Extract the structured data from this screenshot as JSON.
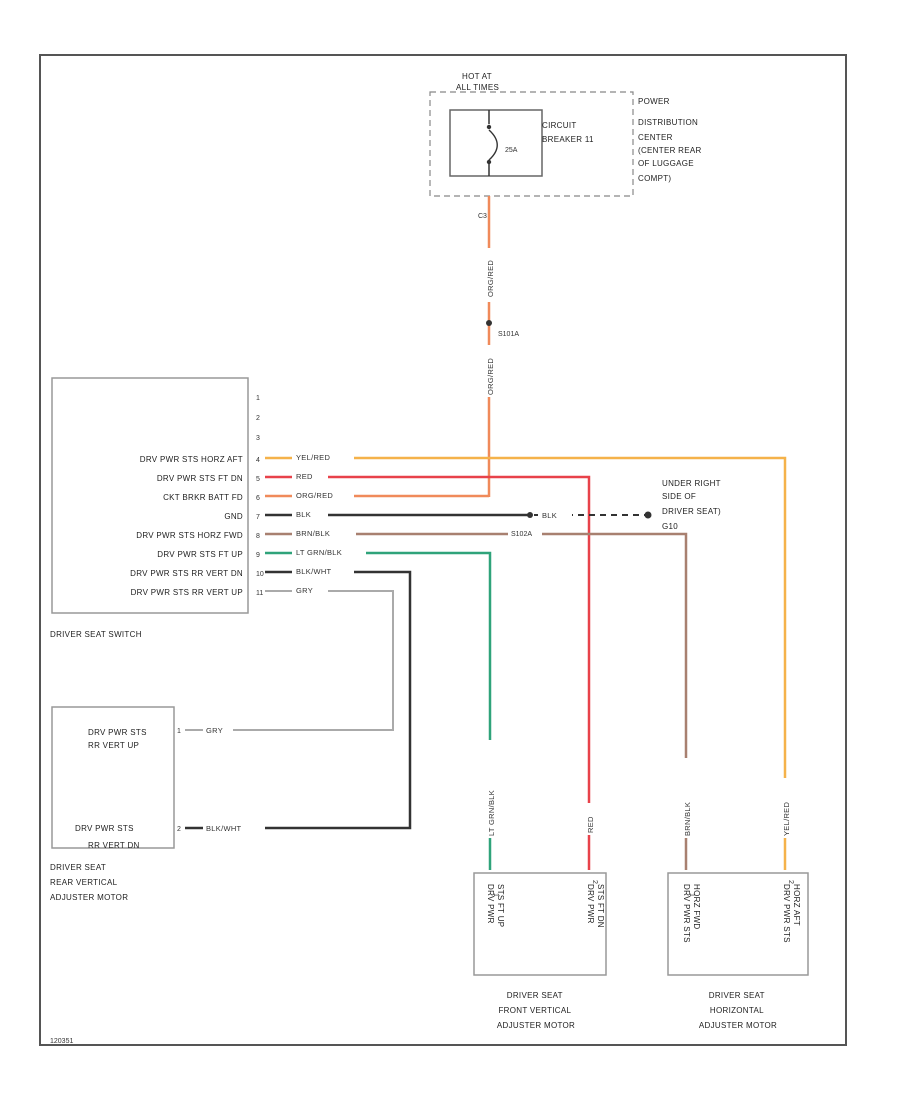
{
  "colors": {
    "frame": "#555555",
    "orange": "#f08a5a",
    "yellow": "#f5b24a",
    "red": "#e8424a",
    "black": "#333333",
    "brown": "#a88070",
    "green": "#2fa37a",
    "gray": "#aaaaaa"
  },
  "breaker": {
    "top_label": "HOT AT ALL TIMES",
    "component": "CIRCUIT BREAKER 11",
    "rating": "25A",
    "location": "POWER DISTRIBUTION CENTER (CENTER REAR OF LUGGAGE COMPT)",
    "loc_lines": [
      "POWER",
      "DISTRIBUTION",
      "CENTER",
      "(CENTER REAR",
      "OF LUGGAGE",
      "COMPT)"
    ],
    "top_label_lines": [
      "HOT AT",
      "ALL TIMES"
    ]
  },
  "wires": {
    "feed": "ORG/RED",
    "splice": "S101A",
    "gnd_wire": "BLK",
    "ground_location_lines": [
      "UNDER RIGHT",
      "SIDE OF",
      "DRIVER SEAT)",
      "G10"
    ],
    "brown_splice": "S102A"
  },
  "switch": {
    "title": "DRIVER SEAT SWITCH",
    "top_pins": [
      "1",
      "2",
      "3"
    ],
    "rows": [
      {
        "label": "DRV PWR STS HORZ AFT",
        "pin": "4",
        "wire": "YEL/RED"
      },
      {
        "label": "DRV PWR STS FT DN",
        "pin": "5",
        "wire": "RED"
      },
      {
        "label": "CKT BRKR BATT FD",
        "pin": "6",
        "wire": "ORG/RED"
      },
      {
        "label": "GND",
        "pin": "7",
        "wire": "BLK"
      },
      {
        "label": "DRV PWR STS HORZ FWD",
        "pin": "8",
        "wire": "BRN/BLK"
      },
      {
        "label": "DRV PWR STS FT UP",
        "pin": "9",
        "wire": "LT GRN/BLK"
      },
      {
        "label": "DRV PWR STS RR VERT DN",
        "pin": "10",
        "wire": "BLK/WHT"
      },
      {
        "label": "DRV PWR STS RR VERT UP",
        "pin": "11",
        "wire": "GRY"
      }
    ]
  },
  "rear_motor": {
    "title_lines": [
      "DRIVER SEAT",
      "REAR VERTICAL",
      "ADJUSTER MOTOR"
    ],
    "up_lines": [
      "DRV PWR STS",
      "RR VERT UP"
    ],
    "up_pin": "1",
    "up_wire": "GRY",
    "dn_lines": [
      "DRV PWR STS",
      "RR VERT DN"
    ],
    "dn_pin": "2",
    "dn_wire": "BLK/WHT"
  },
  "front_motor": {
    "title_lines": [
      "DRIVER SEAT",
      "FRONT VERTICAL",
      "ADJUSTER MOTOR"
    ],
    "wire_a": "LT GRN/BLK",
    "wire_b": "RED",
    "pin_a_lines": [
      "DRV PWR",
      "STS FT UP"
    ],
    "pin_b_lines": [
      "DRV PWR",
      "STS FT DN"
    ]
  },
  "horiz_motor": {
    "title_lines": [
      "DRIVER SEAT",
      "HORIZONTAL",
      "ADJUSTER MOTOR"
    ],
    "wire_a": "BRN/BLK",
    "wire_b": "YEL/RED",
    "pin_a_lines": [
      "DRV PWR STS",
      "HORZ FWD"
    ],
    "pin_b_lines": [
      "DRV PWR STS",
      "HORZ AFT"
    ]
  },
  "figure_id": "120351"
}
